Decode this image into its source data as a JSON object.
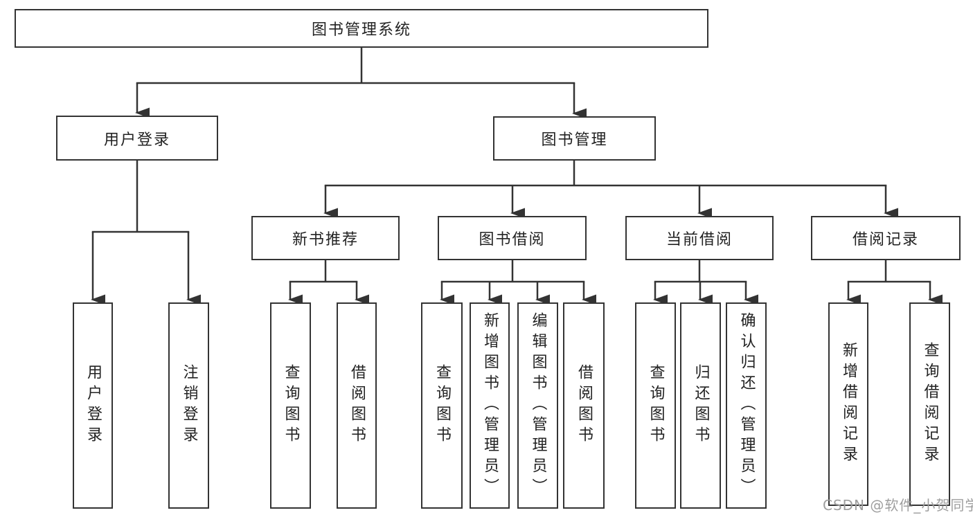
{
  "tree": {
    "root": {
      "label": "图书管理系统"
    },
    "branches": [
      {
        "label": "用户登录",
        "children": [
          {
            "label": "用户登录"
          },
          {
            "label": "注销登录"
          }
        ]
      },
      {
        "label": "图书管理",
        "children": [
          {
            "label": "新书推荐",
            "children": [
              {
                "label": "查询图书"
              },
              {
                "label": "借阅图书"
              }
            ]
          },
          {
            "label": "图书借阅",
            "children": [
              {
                "label": "查询图书"
              },
              {
                "label": "新增图书（管理员）"
              },
              {
                "label": "编辑图书（管理员）"
              },
              {
                "label": "借阅图书"
              }
            ]
          },
          {
            "label": "当前借阅",
            "children": [
              {
                "label": "查询图书"
              },
              {
                "label": "归还图书"
              },
              {
                "label": "确认归还（管理员）"
              }
            ]
          },
          {
            "label": "借阅记录",
            "children": [
              {
                "label": "新增借阅记录"
              },
              {
                "label": "查询借阅记录"
              }
            ]
          }
        ]
      }
    ]
  },
  "watermark": "CSDN @软件_小贺同学",
  "colors": {
    "line": "#333333",
    "text": "#222222",
    "watermark": "#9e9e9e",
    "background": "#ffffff"
  }
}
